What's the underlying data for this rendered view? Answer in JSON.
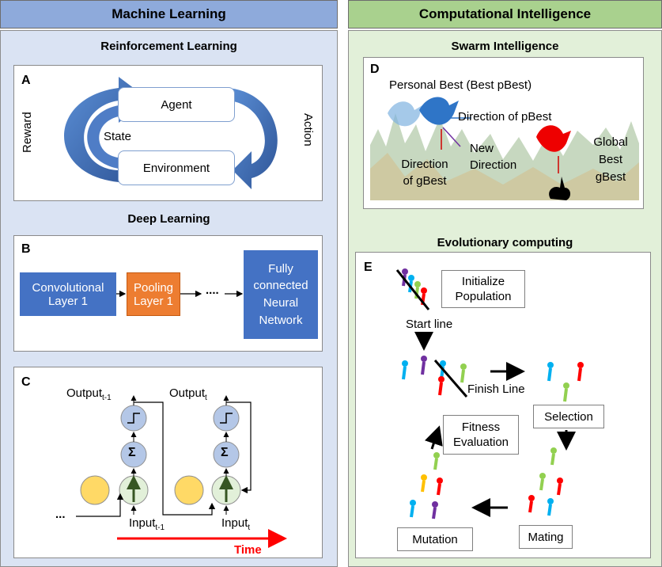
{
  "headers": {
    "left": "Machine Learning",
    "right": "Computational Intelligence"
  },
  "left": {
    "rl_title": "Reinforcement Learning",
    "dl_title": "Deep Learning",
    "panel_a": {
      "letter": "A",
      "agent": "Agent",
      "environment": "Environment",
      "state": "State",
      "reward": "Reward",
      "action": "Action"
    },
    "panel_b": {
      "letter": "B",
      "conv": "Convolutional Layer 1",
      "pool": "Pooling Layer 1",
      "dots": "....",
      "fc": "Fully connected Neural Network"
    },
    "panel_c": {
      "letter": "C",
      "out_prev": {
        "base": "Output",
        "sub": "t-1"
      },
      "out_cur": {
        "base": "Output",
        "sub": "t"
      },
      "in_prev": {
        "base": "Input",
        "sub": "t-1"
      },
      "in_cur": {
        "base": "Input",
        "sub": "t"
      },
      "sigma": "Σ",
      "dots": "...",
      "time": "Time"
    }
  },
  "right": {
    "si_title": "Swarm Intelligence",
    "ec_title": "Evolutionary computing",
    "panel_d": {
      "letter": "D",
      "personal_best": "Personal Best (Best pBest)",
      "dir_pbest": "Direction of pBest",
      "new_direction": "New Direction",
      "dir_gbest": "Direction of gBest",
      "global_best": "Global Best gBest"
    },
    "panel_e": {
      "letter": "E",
      "initialize": "Initialize Population",
      "start_line": "Start line",
      "finish_line": "Finish Line",
      "selection": "Selection",
      "fitness": "Fitness Evaluation",
      "mutation": "Mutation",
      "mating": "Mating"
    }
  },
  "colors": {
    "left_header": "#8eaadb",
    "right_header": "#a9d18e",
    "left_bg": "#dae3f3",
    "right_bg": "#e2f0d9",
    "blue_box": "#4472c4",
    "orange_box": "#ed7d31",
    "node_blue": "#b4c7e7",
    "node_green": "#e2f0d9",
    "node_yellow": "#ffd966",
    "time_red": "#ff0000"
  }
}
